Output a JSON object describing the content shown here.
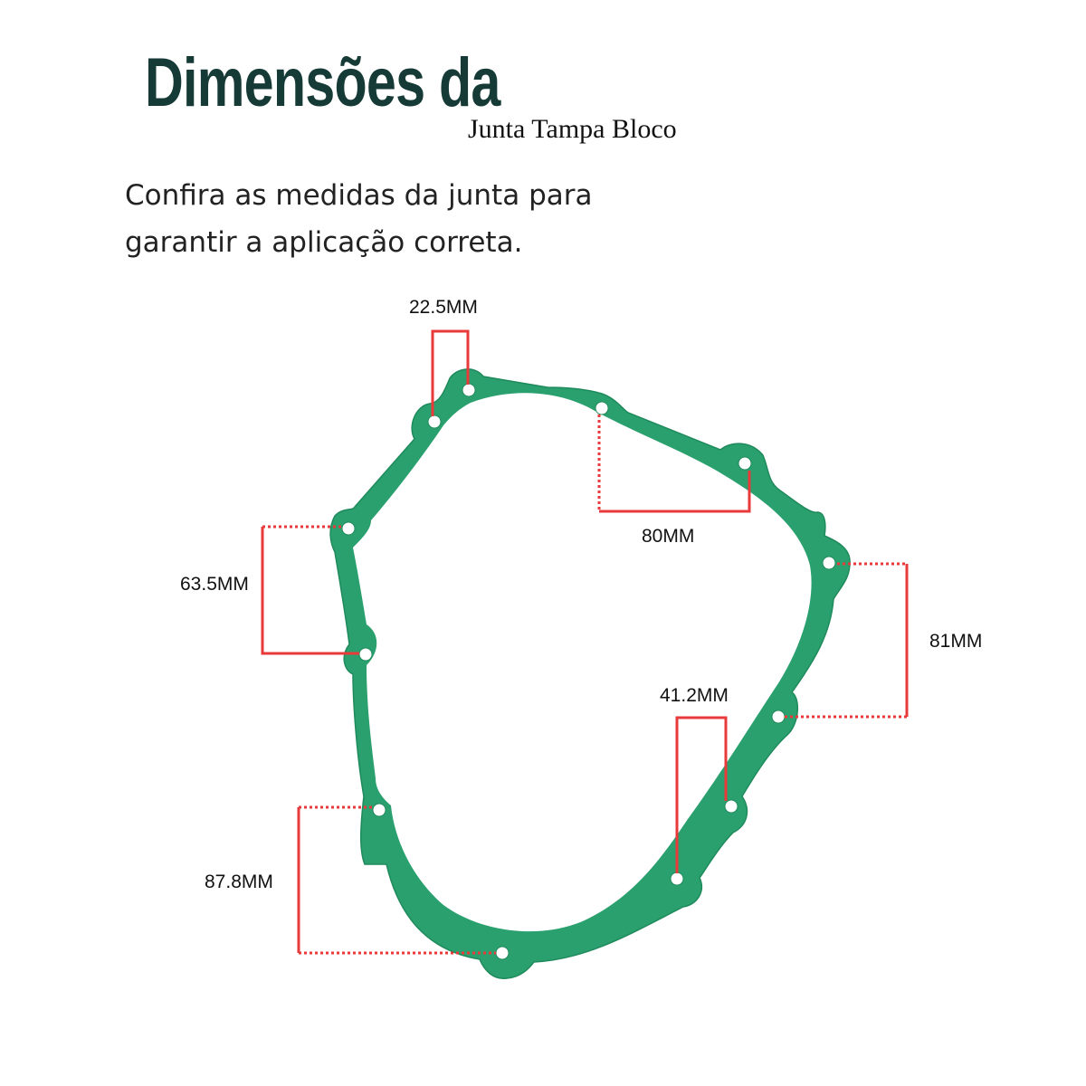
{
  "header": {
    "title": "Dimensões da",
    "subtitle": "Junta Tampa Bloco"
  },
  "intro": {
    "line1": "Confira as medidas da junta para",
    "line2": "garantir a aplicação correta."
  },
  "dimensions": [
    {
      "id": "top",
      "label": "22.5MM"
    },
    {
      "id": "upper-right",
      "label": "80MM"
    },
    {
      "id": "left-upper",
      "label": "63.5MM"
    },
    {
      "id": "right",
      "label": "81MM"
    },
    {
      "id": "lower-right",
      "label": "41.2MM"
    },
    {
      "id": "left-lower",
      "label": "87.8MM"
    }
  ],
  "colors": {
    "title": "#163a35",
    "gasket": "#2aa06e",
    "dimension_line": "#e83a3a"
  },
  "icons": {
    "gasket": "gasket-outline"
  }
}
